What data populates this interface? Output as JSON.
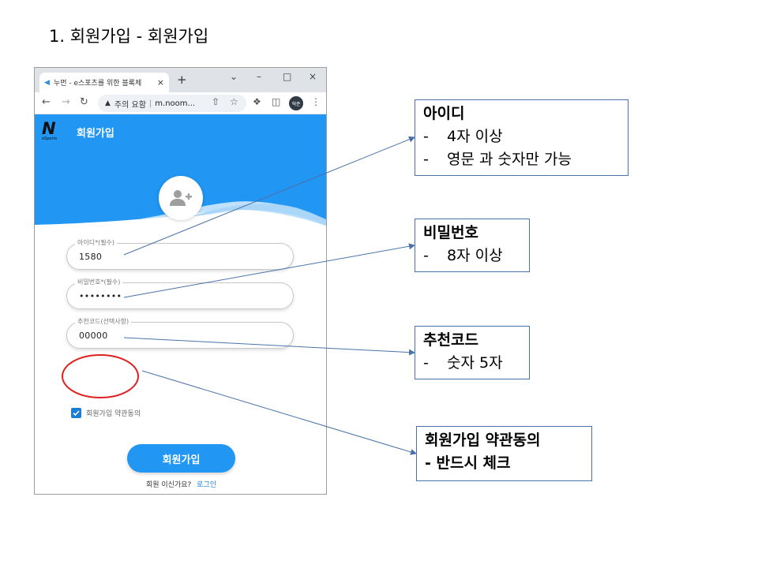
{
  "slide": {
    "title": "1. 회원가입 - 회원가입"
  },
  "browser": {
    "tab_title": "누먼 - e스포츠를 위한 블록체",
    "security_label": "주의 요함",
    "url": "m.noom...",
    "profile_initials": "혁준"
  },
  "app": {
    "header_title": "회원가입",
    "logo_letter": "N",
    "logo_sub": "eSports",
    "accent_color": "#2196f3",
    "fields": [
      {
        "label": "아이디*(필수)",
        "value": "1580"
      },
      {
        "label": "비밀번호*(필수)",
        "value": "••••••••"
      },
      {
        "label": "추천코드(선택사항)",
        "value": "00000"
      }
    ],
    "agree_checked": true,
    "agree_label": "회원가입 약관동의",
    "submit_label": "회원가입",
    "login_prompt": "회원 이신가요?",
    "login_link": "로그인"
  },
  "callouts": {
    "id": {
      "title": "아이디",
      "lines": [
        "4자 이상",
        "영문 과 숫자만 가능"
      ]
    },
    "password": {
      "title": "비밀번호",
      "lines": [
        "8자 이상"
      ]
    },
    "referral": {
      "title": "추천코드",
      "lines": [
        "숫자 5자"
      ]
    },
    "terms": {
      "title": "회원가입 약관동의",
      "line": "- 반드시 체크"
    }
  },
  "icons": {
    "tab_favicon": "flutter-icon",
    "avatar": "person-add-icon",
    "checkbox": "check-icon",
    "annotation_marker": "red-ellipse"
  }
}
